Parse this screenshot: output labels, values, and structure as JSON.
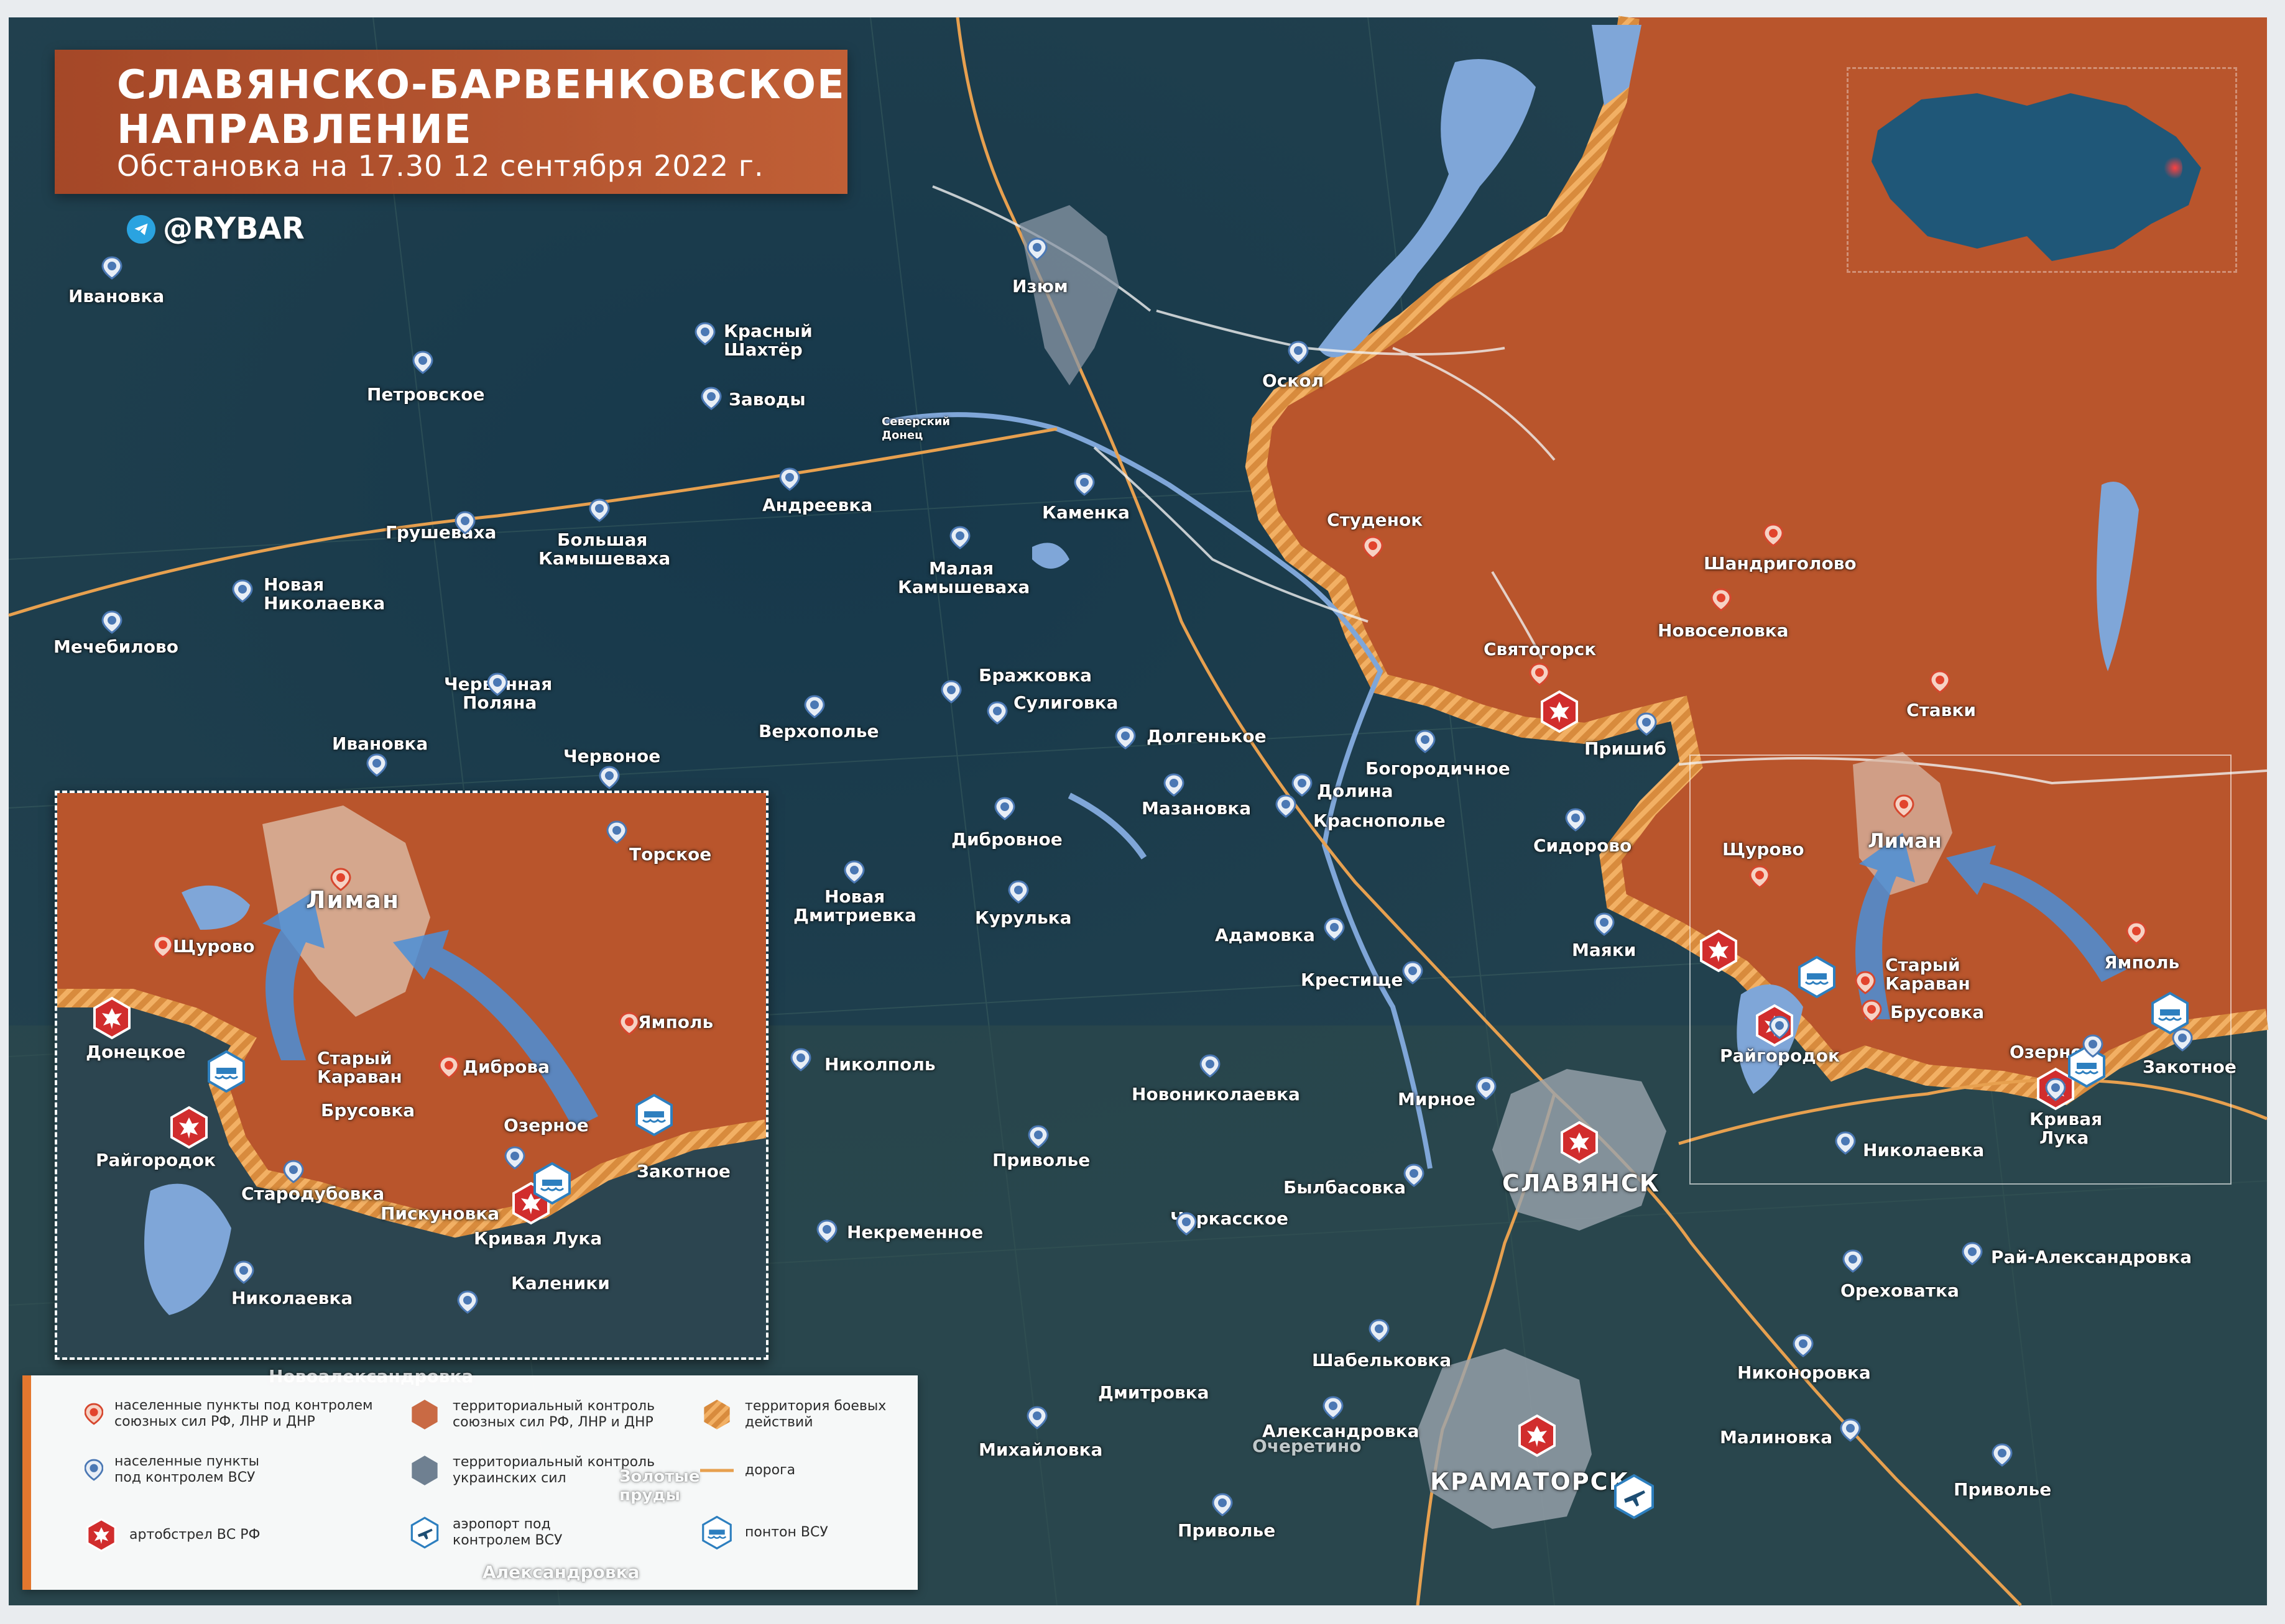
{
  "title": {
    "line1": "СЛАВЯНСКО-БАРВЕНКОВСКОЕ",
    "line2": "НАПРАВЛЕНИЕ",
    "line3": "Обстановка на 17.30 12 сентября 2022 г."
  },
  "channel": "@RYBAR",
  "colors": {
    "ru_control": "#b8532a",
    "ua_control": "#1c3c4e",
    "frontline": "#e98a37",
    "water": "#7fa6d8",
    "road": "#e7a04f",
    "pontoon": "#2d7fbf"
  },
  "cities_main": {
    "slavyansk": "СЛАВЯНСК",
    "kramatorsk": "КРАМАТОРСК"
  },
  "places": [
    {
      "id": "ivanovka-n",
      "name": "Ивановка",
      "side": "ua"
    },
    {
      "id": "izyum",
      "name": "Изюм",
      "side": "ua"
    },
    {
      "id": "krasny-shakhter-1",
      "name": "Красный",
      "side": "ua"
    },
    {
      "id": "krasny-shakhter-2",
      "name": "Шахтёр",
      "side": "ua"
    },
    {
      "id": "zavody",
      "name": "Заводы",
      "side": "ua"
    },
    {
      "id": "oskol",
      "name": "Оскол",
      "side": "ua"
    },
    {
      "id": "petrovskoe",
      "name": "Петровское",
      "side": "ua"
    },
    {
      "id": "andreevka",
      "name": "Андреевка",
      "side": "ua"
    },
    {
      "id": "kamenka",
      "name": "Каменка",
      "side": "ua"
    },
    {
      "id": "grushevakha",
      "name": "Грушеваха",
      "side": "ua"
    },
    {
      "id": "bolshaya-1",
      "name": "Большая",
      "side": "ua"
    },
    {
      "id": "bolshaya-2",
      "name": "Камышеваха",
      "side": "ua"
    },
    {
      "id": "malaya-1",
      "name": "Малая",
      "side": "ua"
    },
    {
      "id": "malaya-2",
      "name": "Камышеваха",
      "side": "ua"
    },
    {
      "id": "novaya-nik-1",
      "name": "Новая",
      "side": "ua"
    },
    {
      "id": "novaya-nik-2",
      "name": "Николаевка",
      "side": "ua"
    },
    {
      "id": "mechebilovo",
      "name": "Мечебилово",
      "side": "ua"
    },
    {
      "id": "chervonnaya-1",
      "name": "Червонная",
      "side": "ua"
    },
    {
      "id": "chervonnaya-2",
      "name": "Поляна",
      "side": "ua"
    },
    {
      "id": "ivanovka-w",
      "name": "Ивановка",
      "side": "ua"
    },
    {
      "id": "chervonoe",
      "name": "Червоное",
      "side": "ua"
    },
    {
      "id": "brazhkovka",
      "name": "Бражковка",
      "side": "ua"
    },
    {
      "id": "suligovka",
      "name": "Сулиговка",
      "side": "ua"
    },
    {
      "id": "veryopolye",
      "name": "Верхополье",
      "side": "ua"
    },
    {
      "id": "dolgenkoe",
      "name": "Долгенькое",
      "side": "ua"
    },
    {
      "id": "mazanovka",
      "name": "Мазановка",
      "side": "ua"
    },
    {
      "id": "dolina",
      "name": "Долина",
      "side": "ua"
    },
    {
      "id": "bogorodichnoe",
      "name": "Богородичное",
      "side": "ua"
    },
    {
      "id": "krasnopolye",
      "name": "Краснополье",
      "side": "ua"
    },
    {
      "id": "sidorovo",
      "name": "Сидорово",
      "side": "ua"
    },
    {
      "id": "dibrovnoe",
      "name": "Дибровное",
      "side": "ua"
    },
    {
      "id": "novaya-dm-1",
      "name": "Новая",
      "side": "ua"
    },
    {
      "id": "novaya-dm-2",
      "name": "Дмитриевка",
      "side": "ua"
    },
    {
      "id": "kurulka",
      "name": "Курулька",
      "side": "ua"
    },
    {
      "id": "adamovka",
      "name": "Адамовка",
      "side": "ua"
    },
    {
      "id": "krestische",
      "name": "Крестище",
      "side": "ua"
    },
    {
      "id": "mayaki",
      "name": "Маяки",
      "side": "ua"
    },
    {
      "id": "nikopol",
      "name": "Николполь",
      "side": "ua"
    },
    {
      "id": "novonikolaevka",
      "name": "Новониколаевка",
      "side": "ua"
    },
    {
      "id": "mirnoe",
      "name": "Мирное",
      "side": "ua"
    },
    {
      "id": "privolye-c",
      "name": "Приволье",
      "side": "ua"
    },
    {
      "id": "bylbasovka",
      "name": "Былбасовка",
      "side": "ua"
    },
    {
      "id": "cherkasskoe",
      "name": "Черкасское",
      "side": "ua"
    },
    {
      "id": "nekremennoe",
      "name": "Некременное",
      "side": "ua"
    },
    {
      "id": "shabelkovka",
      "name": "Шабельковка",
      "side": "ua"
    },
    {
      "id": "dmitrovka",
      "name": "Дмитровка",
      "side": "ua"
    },
    {
      "id": "aleksandrovka",
      "name": "Александровка",
      "side": "ua"
    },
    {
      "id": "mikhaylovka",
      "name": "Михайловка",
      "side": "ua"
    },
    {
      "id": "privolye-s",
      "name": "Приволье",
      "side": "ua"
    },
    {
      "id": "orekhovatka",
      "name": "Ореховатка",
      "side": "ua"
    },
    {
      "id": "nikonorovka",
      "name": "Никонoровка",
      "side": "ua"
    },
    {
      "id": "malinovka",
      "name": "Малиновка",
      "side": "ua"
    },
    {
      "id": "privolye-e",
      "name": "Приволье",
      "side": "ua"
    },
    {
      "id": "ray-aleksandrovka",
      "name": "Рай-Александровка",
      "side": "ua"
    },
    {
      "id": "nikolaevka-e",
      "name": "Николаевка",
      "side": "ua"
    },
    {
      "id": "raygorodok",
      "name": "Райгородок",
      "side": "ua"
    },
    {
      "id": "zakotnoe",
      "name": "Закотное",
      "side": "ua"
    },
    {
      "id": "ozernoe",
      "name": "Озерное",
      "side": "ua"
    },
    {
      "id": "krivaya-luka-1",
      "name": "Кривая",
      "side": "ua"
    },
    {
      "id": "krivaya-luka-2",
      "name": "Лука",
      "side": "ua"
    },
    {
      "id": "pryshyb",
      "name": "Пришиб",
      "side": "ua"
    },
    {
      "id": "studenok",
      "name": "Студенок",
      "side": "ru"
    },
    {
      "id": "shandrigolovo",
      "name": "Шандриголово",
      "side": "ru"
    },
    {
      "id": "novoselovka",
      "name": "Новоселовка",
      "side": "ru"
    },
    {
      "id": "svyatogorsk",
      "name": "Святогорск",
      "side": "ru"
    },
    {
      "id": "stavki",
      "name": "Ставки",
      "side": "ru"
    },
    {
      "id": "schurovo",
      "name": "Щурово",
      "side": "ru"
    },
    {
      "id": "liman",
      "name": "Лиман",
      "side": "ru"
    },
    {
      "id": "yampol",
      "name": "Ямполь",
      "side": "ru"
    },
    {
      "id": "stary-karavan-1",
      "name": "Старый",
      "side": "ru"
    },
    {
      "id": "stary-karavan-2",
      "name": "Караван",
      "side": "ru"
    },
    {
      "id": "brusovka",
      "name": "Брусовка",
      "side": "ru"
    }
  ],
  "river_label": [
    "Северский",
    "Донец"
  ],
  "inset": {
    "liman": "Лиман",
    "schurovo": "Щурово",
    "yampol": "Ямполь",
    "donetskoe": "Донецкое",
    "stary1": "Старый",
    "stary2": "Караван",
    "dibrova": "Диброва",
    "brusovka": "Брусовка",
    "ozernoe": "Озерное",
    "raygorodok": "Райгородок",
    "zakotnoe": "Закотное",
    "starodubovka": "Стародубовка",
    "piskunovka": "Пискуновка",
    "krivaya": "Кривая Лука",
    "kaleniki": "Каленики",
    "nikolaevka": "Николаевка",
    "torskoe": "Торское"
  },
  "legend": {
    "ru_settlements": [
      "населенные пункты под контролем",
      "союзных сил РФ, ЛНР и ДНР"
    ],
    "ua_settlements": [
      "населенные пункты",
      "под контролем ВСУ"
    ],
    "ru_territory": [
      "территориальный контроль",
      "союзных сил РФ, ЛНР и ДНР"
    ],
    "ua_territory": [
      "территориальный контроль",
      "украинских сил"
    ],
    "combat": [
      "территория боевых",
      "действий"
    ],
    "road": "дорога",
    "shelling": "артобстрел ВС РФ",
    "airport": [
      "аэропорт под",
      "контролем ВСУ"
    ],
    "pontoon": "понтон ВСУ"
  },
  "background_labels": {
    "novoaleksandrovka": "Новоалександровка",
    "zolotye": "Золотые",
    "prudy": "пруды",
    "ocheretino": "Очеретино",
    "aleksandrovka2": "Александровка"
  }
}
